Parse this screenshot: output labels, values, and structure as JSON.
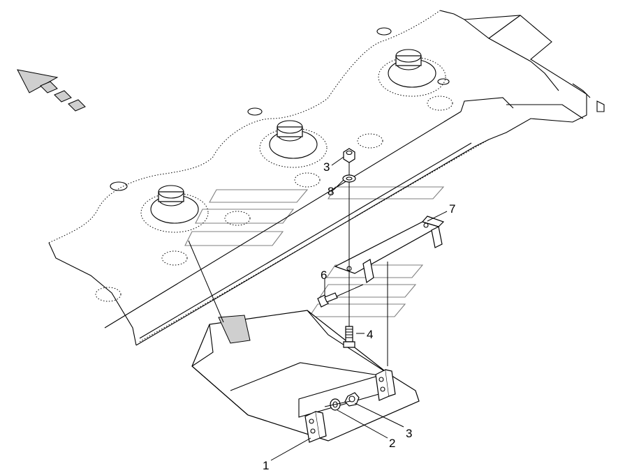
{
  "diagram": {
    "callouts": {
      "c1": "1",
      "c2": "2",
      "c3a": "3",
      "c3b": "3",
      "c4": "4",
      "c6": "6",
      "c7": "7",
      "c8": "8"
    },
    "colors": {
      "line": "#000000",
      "shade": "#cfcfcf",
      "background": "#ffffff"
    },
    "icons": {
      "direction": "direction-arrow-icon"
    }
  }
}
